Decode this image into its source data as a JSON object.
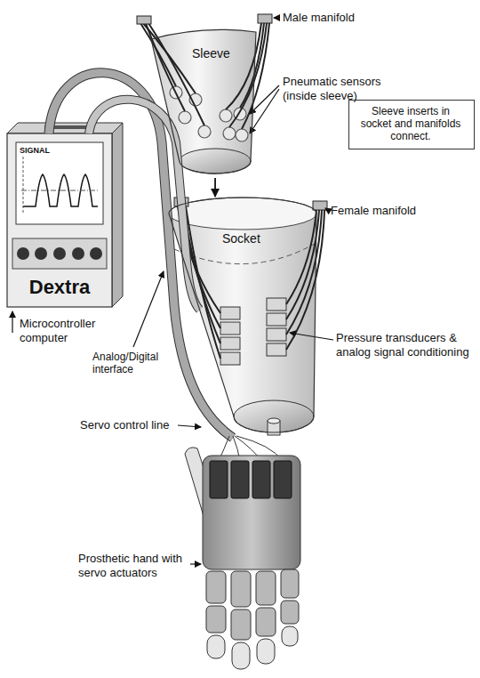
{
  "diagram": {
    "nodes": [
      {
        "text": [
          "Sleeve"
        ]
      },
      {
        "text": [
          "Socket"
        ]
      },
      {
        "text": [
          "SIGNAL",
          "Dextra"
        ]
      },
      {
        "text": [
          "Sleeve inserts in socket and manifolds connect."
        ]
      }
    ],
    "edges": [
      {
        "from": 0,
        "to": 1,
        "arrow": "to"
      },
      {
        "from": 2,
        "to": 1,
        "arrow": "none"
      }
    ],
    "labels": [
      "Male manifold",
      "Pneumatic sensors (inside sleeve)",
      "Female manifold",
      "Microcontroller computer",
      "Analog/Digital interface",
      "Pressure transducers & analog signal conditioning",
      "Servo control line",
      "Prosthetic hand with servo actuators"
    ]
  }
}
